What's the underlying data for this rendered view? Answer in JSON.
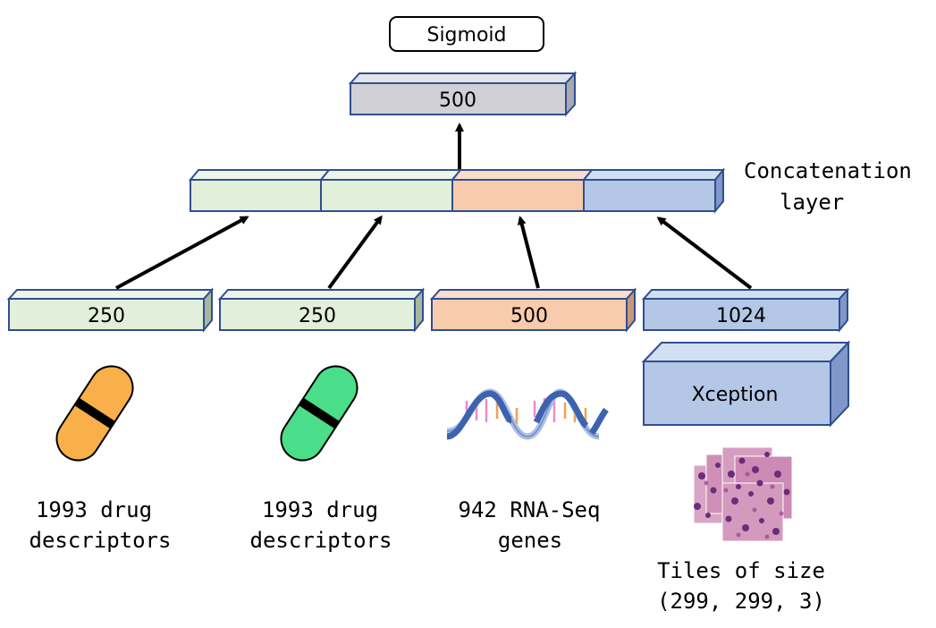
{
  "output_box": {
    "label": "Sigmoid"
  },
  "dense_layer": {
    "label": "500"
  },
  "concat_label": {
    "line1": "Concatenation",
    "line2": "layer"
  },
  "inputs": [
    {
      "layer_value": "250",
      "caption_line1": "1993 drug",
      "caption_line2": "descriptors",
      "icon": "pill-icon",
      "color": "#F9B04A"
    },
    {
      "layer_value": "250",
      "caption_line1": "1993 drug",
      "caption_line2": "descriptors",
      "icon": "pill-icon",
      "color": "#4ADE8A"
    },
    {
      "layer_value": "500",
      "caption_line1": "942 RNA-Seq",
      "caption_line2": "genes",
      "icon": "dna-icon",
      "color": "#F4C3A3"
    },
    {
      "layer_value": "1024",
      "caption_line1": "Tiles of size",
      "caption_line2": "(299, 299, 3)",
      "icon": "tissue-tiles-icon",
      "color": "#B4C7E7"
    }
  ],
  "xception": {
    "label": "Xception"
  },
  "colors": {
    "green_box": "#E2EFDA",
    "orange_box": "#F8CBAD",
    "blue_box": "#B4C7E7",
    "gray_box": "#D0D0D6",
    "box_stroke": "#2F4F8F"
  }
}
